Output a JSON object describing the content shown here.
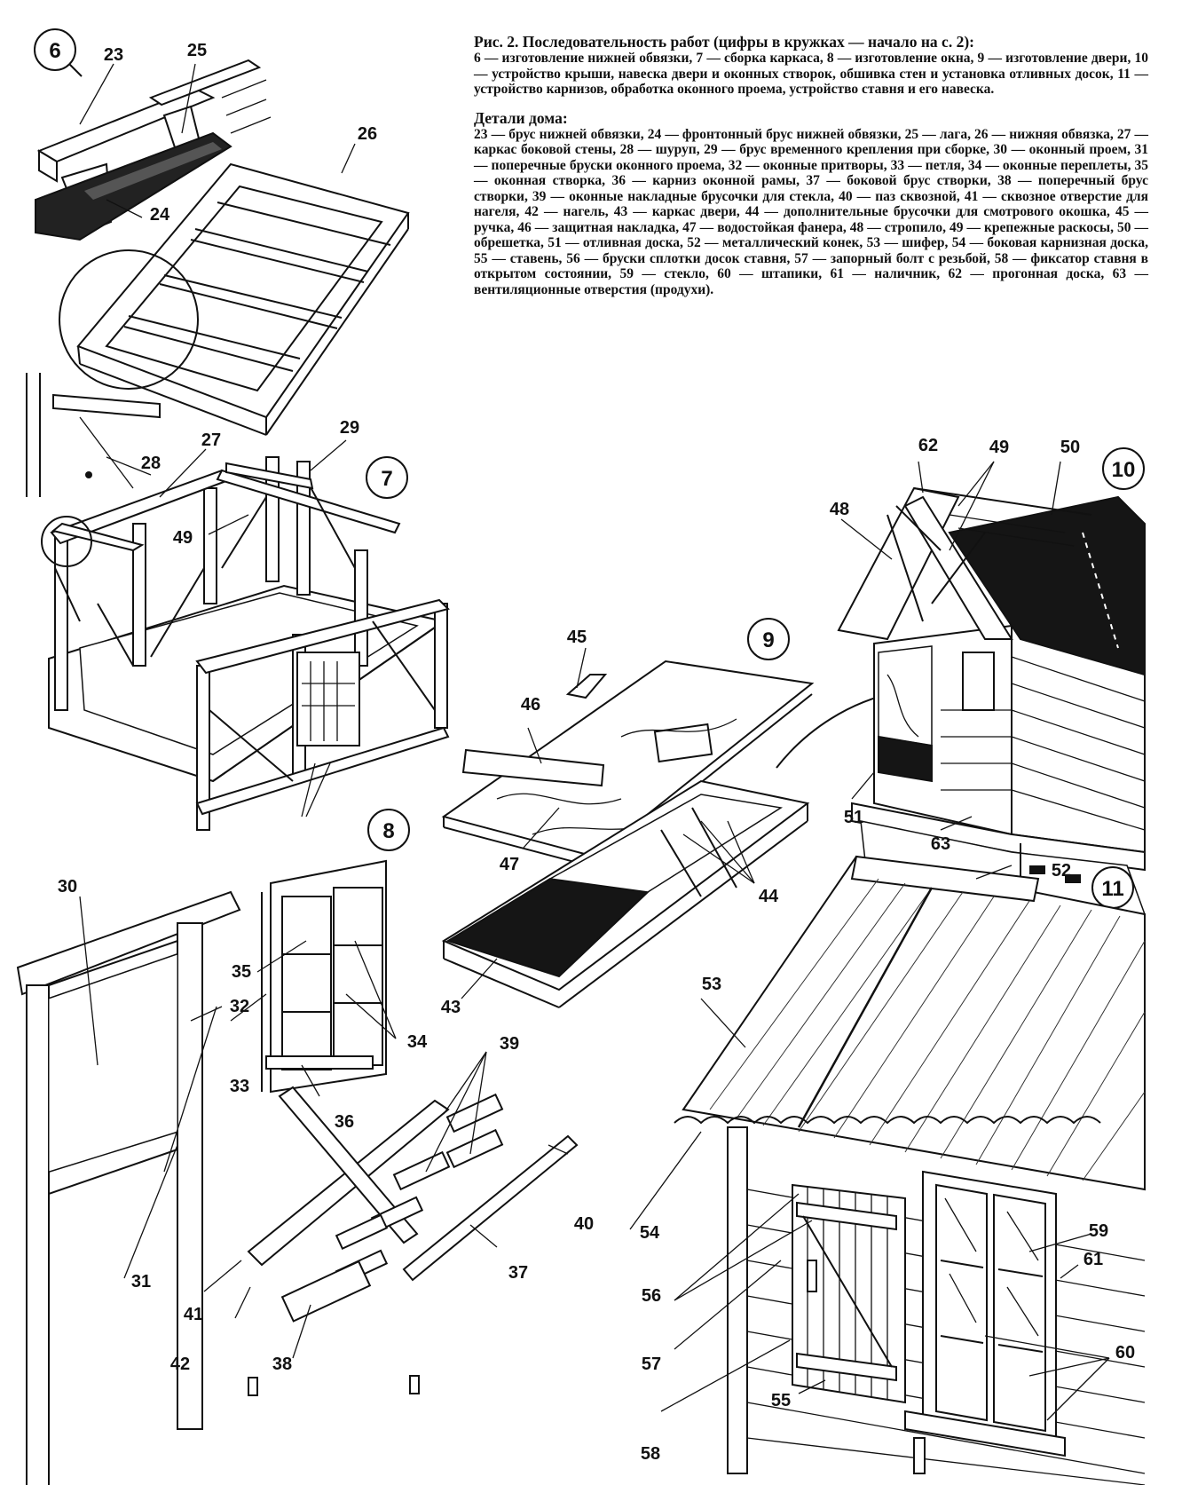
{
  "caption": {
    "title": "Рис. 2. Последовательность работ (цифры в кружках — начало на с. 2):",
    "steps": "6 — изготовление нижней обвязки, 7 — сборка каркаса, 8 — изготовление окна, 9 — изготовление двери, 10 — устройство крыши, навеска двери и оконных створок, обшивка стен и установка отливных досок, 11 — устройство карнизов, обработка оконного проема, устройство ставня и его навеска.",
    "details_heading": "Детали дома:",
    "details": "23 — брус нижней обвязки, 24 — фронтонный брус нижней обвязки, 25 — лага, 26 — нижняя обвязка, 27 — каркас боковой стены, 28 — шуруп, 29 — брус временного крепления при сборке, 30 — оконный проем, 31 — поперечные бруски оконного проема, 32 — оконные притворы, 33 — петля, 34 — оконные переплеты, 35 — оконная створка, 36 — карниз оконной рамы, 37 — боковой брус створки, 38 — поперечный брус створки, 39 — оконные накладные брусочки для стекла, 40 — паз сквозной, 41 — сквозное отверстие для нагеля, 42 — нагель, 43 — каркас двери, 44 — дополнительные брусочки для смотрового окошка, 45 — ручка, 46 — защитная накладка, 47 — водостойкая фанера, 48 — стропило, 49 — крепежные раскосы, 50 — обрешетка, 51 — отливная доска, 52 — металлический конек, 53 — шифер, 54 — боковая карнизная доска, 55 — ставень, 56 — бруски сплотки досок ставня, 57 — запорный болт с резьбой, 58 — фиксатор ставня в открытом состоянии, 59 — стекло, 60 — штапики, 61 — наличник, 62 — прогонная доска, 63 — вентиляционные отверстия (продухи)."
  },
  "steps": [
    "6",
    "7",
    "8",
    "9",
    "10",
    "11"
  ],
  "labels": {
    "n23": "23",
    "n24": "24",
    "n25": "25",
    "n26": "26",
    "n27": "27",
    "n28": "28",
    "n29": "29",
    "n30": "30",
    "n31": "31",
    "n32": "32",
    "n33": "33",
    "n34": "34",
    "n35": "35",
    "n36": "36",
    "n37": "37",
    "n38": "38",
    "n39": "39",
    "n40": "40",
    "n41": "41",
    "n42": "42",
    "n43": "43",
    "n44": "44",
    "n45": "45",
    "n46": "46",
    "n47": "47",
    "n48": "48",
    "n49a": "49",
    "n49b": "49",
    "n50": "50",
    "n51": "51",
    "n52": "52",
    "n53": "53",
    "n54": "54",
    "n55": "55",
    "n56": "56",
    "n57": "57",
    "n58": "58",
    "n59": "59",
    "n60": "60",
    "n61": "61",
    "n62": "62",
    "n63": "63"
  }
}
